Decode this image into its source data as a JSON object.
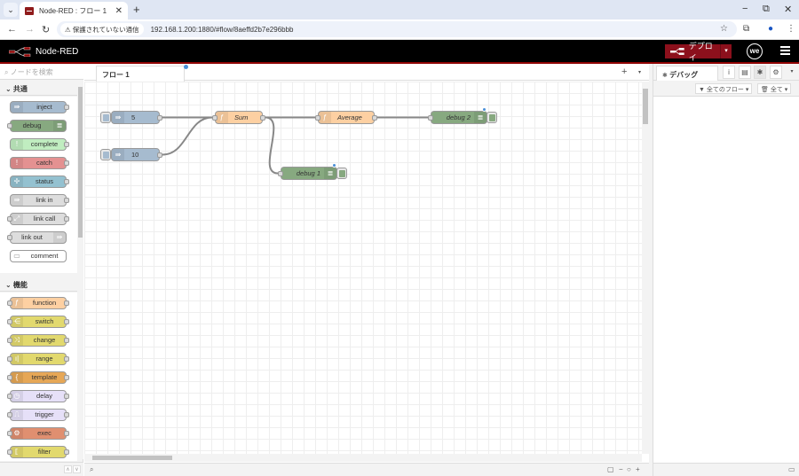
{
  "browser": {
    "tab_title": "Node-RED : フロー 1",
    "tab_close": "✕",
    "new_tab": "+",
    "tab_menu": "⌄",
    "window_controls": {
      "minimize": "−",
      "restore": "⧉",
      "close": "✕"
    },
    "nav": {
      "back": "←",
      "forward": "→",
      "reload": "↻"
    },
    "security_chip": "⚠ 保護されていない通信",
    "url": "192.168.1.200:1880/#flow/8aeffd2b7e296bbb",
    "toolbar_icons": {
      "bookmark": "☆",
      "extensions": "⧉",
      "profile": "●",
      "menu": "⋮"
    }
  },
  "header": {
    "title": "Node-RED",
    "deploy_label": "デプロイ",
    "deploy_dropdown": "▾",
    "user_initials": "we",
    "colors": {
      "bar": "#000000",
      "deploy": "#8c101c",
      "accent": "#8f0000"
    }
  },
  "palette": {
    "search_placeholder": "⌕ ノードを検索",
    "categories": [
      {
        "label": "⌄ 共通",
        "nodes": [
          {
            "label": "inject",
            "icon": "⇛",
            "color": "#a6bbcf",
            "in": false,
            "out": true,
            "icon_side": "left"
          },
          {
            "label": "debug",
            "icon": "≣",
            "color": "#87a980",
            "in": true,
            "out": false,
            "icon_side": "right"
          },
          {
            "label": "complete",
            "icon": "!",
            "color": "#c0edc0",
            "in": false,
            "out": true,
            "icon_side": "left"
          },
          {
            "label": "catch",
            "icon": "!",
            "color": "#e49191",
            "in": false,
            "out": true,
            "icon_side": "left"
          },
          {
            "label": "status",
            "icon": "✢",
            "color": "#94c1d0",
            "in": false,
            "out": true,
            "icon_side": "left"
          },
          {
            "label": "link in",
            "icon": "⇛",
            "color": "#dddddd",
            "in": false,
            "out": true,
            "icon_side": "left"
          },
          {
            "label": "link call",
            "icon": "⤢",
            "color": "#dddddd",
            "in": true,
            "out": true,
            "icon_side": "left"
          },
          {
            "label": "link out",
            "icon": "⇛",
            "color": "#dddddd",
            "in": true,
            "out": false,
            "icon_side": "right"
          },
          {
            "label": "comment",
            "icon": "▭",
            "color": "#ffffff",
            "in": false,
            "out": false,
            "icon_side": "left"
          }
        ]
      },
      {
        "label": "⌄ 機能",
        "nodes": [
          {
            "label": "function",
            "icon": "ƒ",
            "color": "#fdd0a2",
            "in": true,
            "out": true,
            "icon_side": "left"
          },
          {
            "label": "switch",
            "icon": "⋲",
            "color": "#e2d96e",
            "in": true,
            "out": true,
            "icon_side": "left"
          },
          {
            "label": "change",
            "icon": "⤨",
            "color": "#e2d96e",
            "in": true,
            "out": true,
            "icon_side": "left"
          },
          {
            "label": "range",
            "icon": "ı|",
            "color": "#e2d96e",
            "in": true,
            "out": true,
            "icon_side": "left"
          },
          {
            "label": "template",
            "icon": "{",
            "color": "#e6a756",
            "in": true,
            "out": true,
            "icon_side": "left"
          },
          {
            "label": "delay",
            "icon": "◷",
            "color": "#e6e0f8",
            "in": true,
            "out": true,
            "icon_side": "left"
          },
          {
            "label": "trigger",
            "icon": "⎍",
            "color": "#e6e0f8",
            "in": true,
            "out": true,
            "icon_side": "left"
          },
          {
            "label": "exec",
            "icon": "⚙",
            "color": "#e08f70",
            "in": true,
            "out": true,
            "icon_side": "left"
          },
          {
            "label": "filter",
            "icon": "⟦",
            "color": "#e2d96e",
            "in": true,
            "out": true,
            "icon_side": "left"
          }
        ]
      }
    ],
    "footer": {
      "collapse": "∧",
      "expand": "∨"
    }
  },
  "workspace": {
    "tabs": [
      {
        "label": "フロー 1",
        "changed": true
      }
    ],
    "add_tab": "+",
    "tab_menu": "▾",
    "footer": {
      "search": "⌕",
      "map": "▢",
      "zoom_out": "−",
      "zoom_reset": "○",
      "zoom_in": "+"
    },
    "nodes": [
      {
        "id": "inject5",
        "type": "inject",
        "label": "5",
        "icon": "⇛",
        "color": "#a6bbcf",
        "italic": false
      },
      {
        "id": "inject10",
        "type": "inject",
        "label": "10",
        "icon": "⇛",
        "color": "#a6bbcf",
        "italic": false
      },
      {
        "id": "sum",
        "type": "function",
        "label": "Sum",
        "icon": "ƒ",
        "color": "#fdd0a2",
        "italic": true
      },
      {
        "id": "average",
        "type": "function",
        "label": "Average",
        "icon": "ƒ",
        "color": "#fdd0a2",
        "italic": true
      },
      {
        "id": "debug2",
        "type": "debug",
        "label": "debug 2",
        "icon": "≣",
        "color": "#87a980",
        "italic": true,
        "changed": true
      },
      {
        "id": "debug1",
        "type": "debug",
        "label": "debug 1",
        "icon": "≣",
        "color": "#87a980",
        "italic": true,
        "changed": true
      }
    ],
    "wires": [
      [
        "inject5",
        "sum"
      ],
      [
        "inject10",
        "sum"
      ],
      [
        "sum",
        "average"
      ],
      [
        "sum",
        "debug1"
      ],
      [
        "average",
        "debug2"
      ]
    ]
  },
  "sidebar": {
    "active_tab": "デバッグ",
    "active_tab_icon": "✱",
    "tab_buttons": [
      {
        "name": "info",
        "icon": "i"
      },
      {
        "name": "help",
        "icon": "▤"
      },
      {
        "name": "debug",
        "icon": "✱"
      },
      {
        "name": "config",
        "icon": "⚙"
      }
    ],
    "tab_menu": "▾",
    "filter_label": "▼ 全てのフロー ▾",
    "clear_label": "🗑 全て ▾",
    "footer_icon": "▭"
  }
}
